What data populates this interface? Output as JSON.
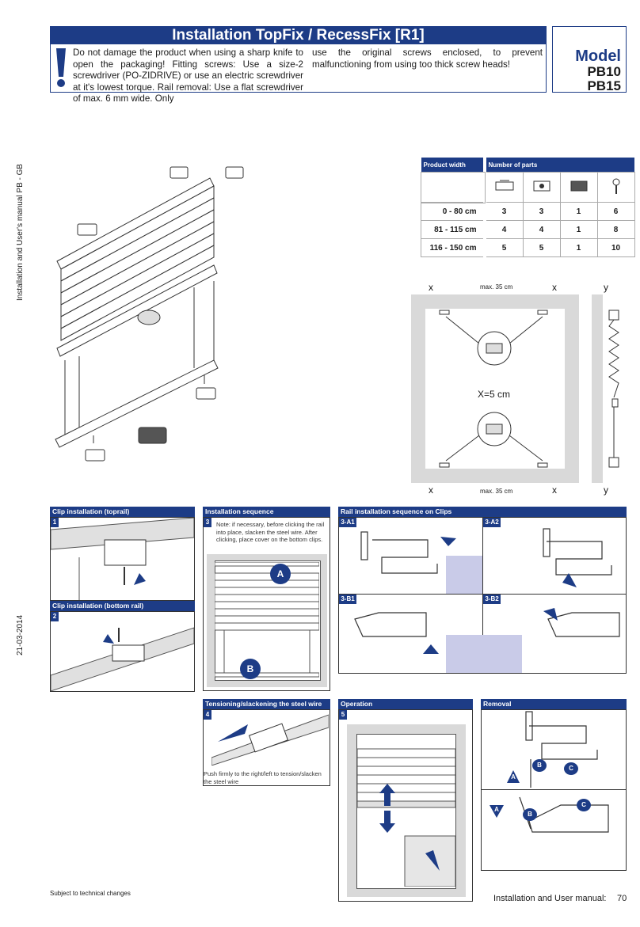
{
  "header": {
    "title": "Installation TopFix / RecessFix [R1]",
    "warning_col1": "Do not damage the product when using a sharp knife to open the packaging! Fitting screws: Use a size-2 screwdriver (PO-ZIDRIVE) or use an electric screwdriver at it's lowest torque. Rail removal: Use a flat screwdriver of max. 6 mm wide. Only",
    "warning_col2": "use the original screws enclosed, to prevent malfunctioning from using too thick screw heads!",
    "model_label": "Model",
    "model_1": "PB10",
    "model_2": "PB15"
  },
  "side": {
    "manual": "Installation and User's manual PB - GB",
    "date": "21-03-2014"
  },
  "parts_table": {
    "header_width": "Product width",
    "header_parts": "Number of parts",
    "rows": [
      {
        "width": "0 - 80 cm",
        "a": "3",
        "b": "3",
        "c": "1",
        "d": "6"
      },
      {
        "width": "81 - 115 cm",
        "a": "4",
        "b": "4",
        "c": "1",
        "d": "8"
      },
      {
        "width": "116 - 150 cm",
        "a": "5",
        "b": "5",
        "c": "1",
        "d": "10"
      }
    ]
  },
  "frame_diagram": {
    "x": "x",
    "y": "y",
    "max_top": "max. 35 cm",
    "max_bottom": "max. 35 cm",
    "distance": "X=5 cm"
  },
  "panels": {
    "clip_top": {
      "title": "Clip installation (toprail)",
      "num": "1"
    },
    "clip_bottom": {
      "title": "Clip installation (bottom rail)",
      "num": "2"
    },
    "sequence": {
      "title": "Installation sequence",
      "num": "3",
      "note": "Note: if necessary, before clicking the rail into place, slacken the steel wire. After clicking, place cover on the bottom clips.",
      "a": "A",
      "b": "B"
    },
    "rail": {
      "title": "Rail installation sequence on Clips",
      "a1": "3-A1",
      "a2": "3-A2",
      "b1": "3-B1",
      "b2": "3-B2"
    },
    "tension": {
      "title": "Tensioning/slackening the steel wire",
      "num": "4",
      "note": "Push firmly to the right/left to tension/slacken the steel wire"
    },
    "operation": {
      "title": "Operation",
      "num": "5"
    },
    "removal": {
      "title": "Removal",
      "a": "A",
      "b": "B",
      "c": "C"
    }
  },
  "footer": {
    "subject": "Subject to technical changes",
    "manual": "Installation and User manual:",
    "page": "70"
  },
  "colors": {
    "navy": "#1d3c86",
    "lavender": "#c9cbe8",
    "grey": "#d9d9d9"
  }
}
